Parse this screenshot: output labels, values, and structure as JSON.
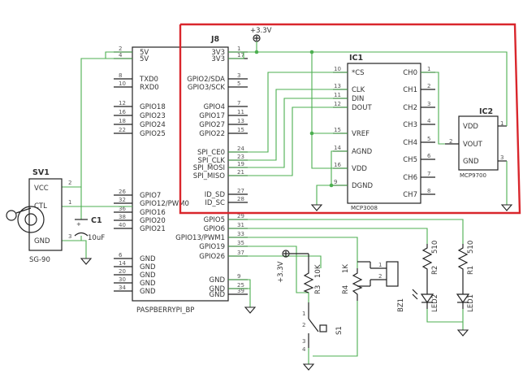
{
  "colors": {
    "wire": "#4caf50",
    "highlight": "#d9262c",
    "component": "#222222"
  },
  "j8": {
    "ref": "J8",
    "part": "PASPBERRYPI_BP",
    "left": [
      {
        "pin": "2",
        "name": "5V"
      },
      {
        "pin": "4",
        "name": "5V"
      },
      {
        "pin": "8",
        "name": "TXD0"
      },
      {
        "pin": "10",
        "name": "RXD0"
      },
      {
        "pin": "12",
        "name": "GPIO18"
      },
      {
        "pin": "16",
        "name": "GPIO23"
      },
      {
        "pin": "18",
        "name": "GPIO24"
      },
      {
        "pin": "22",
        "name": "GPIO25"
      },
      {
        "pin": "26",
        "name": "GPIO7"
      },
      {
        "pin": "32",
        "name": "GPIO12/PWM0"
      },
      {
        "pin": "36",
        "name": "GPIO16"
      },
      {
        "pin": "38",
        "name": "GPIO20"
      },
      {
        "pin": "40",
        "name": "GPIO21"
      },
      {
        "pin": "6",
        "name": "GND"
      },
      {
        "pin": "14",
        "name": "GND"
      },
      {
        "pin": "20",
        "name": "GND"
      },
      {
        "pin": "30",
        "name": "GND"
      },
      {
        "pin": "34",
        "name": "GND"
      }
    ],
    "right": [
      {
        "pin": "1",
        "name": "3V3"
      },
      {
        "pin": "17",
        "name": "3V3"
      },
      {
        "pin": "3",
        "name": "GPIO2/SDA"
      },
      {
        "pin": "5",
        "name": "GPIO3/SCK"
      },
      {
        "pin": "7",
        "name": "GPIO4"
      },
      {
        "pin": "11",
        "name": "GPIO17"
      },
      {
        "pin": "13",
        "name": "GPIO27"
      },
      {
        "pin": "15",
        "name": "GPIO22"
      },
      {
        "pin": "24",
        "name": "SPI_CE0"
      },
      {
        "pin": "23",
        "name": "SPI_CLK"
      },
      {
        "pin": "19",
        "name": "SPI_MOSI"
      },
      {
        "pin": "21",
        "name": "SPI_MISO"
      },
      {
        "pin": "27",
        "name": "ID_SD"
      },
      {
        "pin": "28",
        "name": "ID_SC"
      },
      {
        "pin": "29",
        "name": "GPIO5"
      },
      {
        "pin": "31",
        "name": "GPIO6"
      },
      {
        "pin": "33",
        "name": "GPIO13/PWM1"
      },
      {
        "pin": "35",
        "name": "GPIO19"
      },
      {
        "pin": "37",
        "name": "GPIO26"
      },
      {
        "pin": "9",
        "name": "GND"
      },
      {
        "pin": "25",
        "name": "GND"
      },
      {
        "pin": "39",
        "name": "GND"
      }
    ]
  },
  "ic1": {
    "ref": "IC1",
    "part": "MCP3008",
    "left": [
      {
        "pin": "10",
        "name": "*CS"
      },
      {
        "pin": "13",
        "name": "CLK"
      },
      {
        "pin": "11",
        "name": "DIN"
      },
      {
        "pin": "12",
        "name": "DOUT"
      },
      {
        "pin": "15",
        "name": "VREF"
      },
      {
        "pin": "14",
        "name": "AGND"
      },
      {
        "pin": "16",
        "name": "VDD"
      },
      {
        "pin": "9",
        "name": "DGND"
      }
    ],
    "right": [
      {
        "pin": "1",
        "name": "CH0"
      },
      {
        "pin": "2",
        "name": "CH1"
      },
      {
        "pin": "3",
        "name": "CH2"
      },
      {
        "pin": "4",
        "name": "CH3"
      },
      {
        "pin": "5",
        "name": "CH4"
      },
      {
        "pin": "6",
        "name": "CH5"
      },
      {
        "pin": "7",
        "name": "CH6"
      },
      {
        "pin": "8",
        "name": "CH7"
      }
    ]
  },
  "ic2": {
    "ref": "IC2",
    "part": "MCP9700",
    "pins": [
      {
        "pin": "1",
        "name": "VDD"
      },
      {
        "pin": "2",
        "name": "VOUT"
      },
      {
        "pin": "3",
        "name": "GND"
      }
    ]
  },
  "sv1": {
    "ref": "SV1",
    "part": "SG-90",
    "pins": [
      {
        "pin": "2",
        "name": "VCC"
      },
      {
        "pin": "1",
        "name": "CTL"
      },
      {
        "pin": "3",
        "name": "GND"
      }
    ]
  },
  "c1": {
    "ref": "C1",
    "value": "10uF"
  },
  "r1": {
    "ref": "R1",
    "value": "510"
  },
  "r2": {
    "ref": "R2",
    "value": "510"
  },
  "r3": {
    "ref": "R3",
    "value": "10K"
  },
  "r4": {
    "ref": "R4",
    "value": "1K"
  },
  "led1": {
    "ref": "LED1"
  },
  "led2": {
    "ref": "LED2"
  },
  "bz1": {
    "ref": "BZ1",
    "pin1": "1",
    "pin2": "2"
  },
  "s1": {
    "ref": "S1",
    "pins": [
      "1",
      "2",
      "3",
      "4"
    ]
  },
  "supply_3v3_top": "+3.3V",
  "supply_3v3_mid": "+3.3V"
}
